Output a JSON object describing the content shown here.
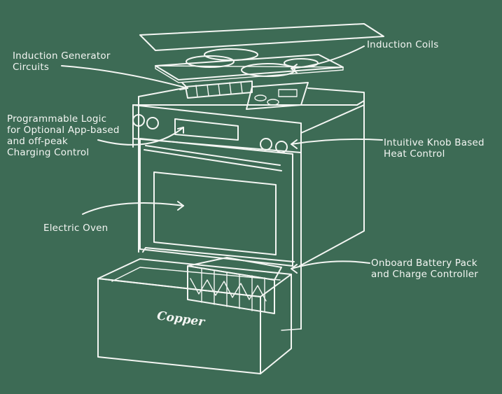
{
  "brand": "Copper",
  "labels": {
    "induction_generator": "Induction Generator\nCircuits",
    "induction_coils": "Induction Coils",
    "programmable_logic": "Programmable Logic\nfor Optional App-based\nand off-peak\nCharging Control",
    "knob_control": "Intuitive Knob Based\nHeat Control",
    "electric_oven": "Electric Oven",
    "battery_pack": "Onboard Battery Pack\nand Charge Controller"
  }
}
